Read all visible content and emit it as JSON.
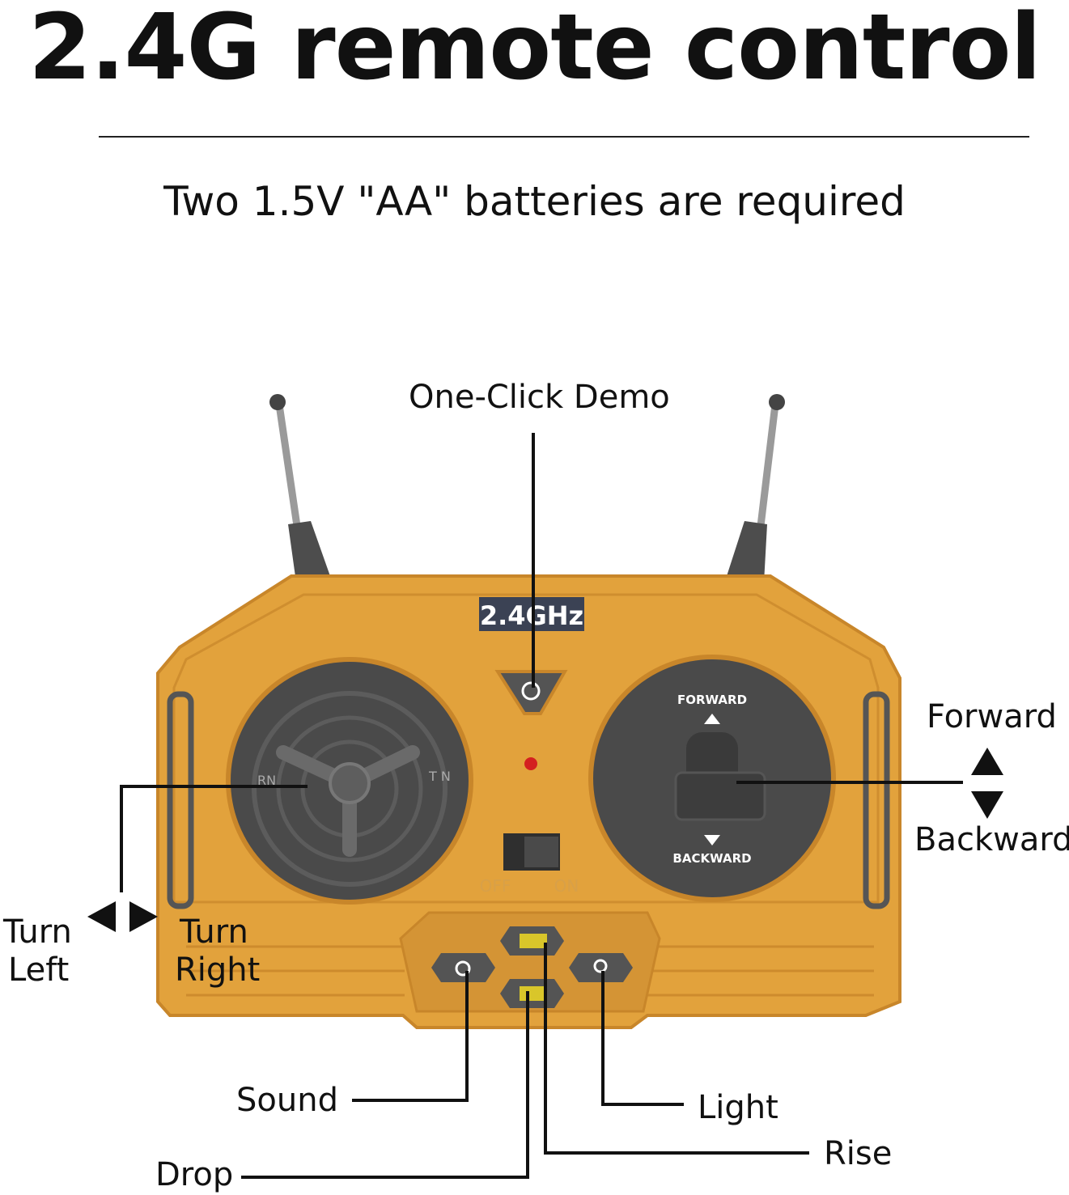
{
  "header": {
    "title": "2.4G remote control",
    "subtitle": "Two 1.5V \"AA\" batteries are required"
  },
  "remote": {
    "badge": "2.4GHz",
    "stick_left_labels": {
      "turn_left": "RN\nEFT",
      "turn_right": "T N\nR HT"
    },
    "stick_right_labels": {
      "forward": "FORWARD",
      "backward": "BACKWARD"
    },
    "switch": {
      "off": "OFF",
      "on": "ON"
    },
    "colors": {
      "body": "#e2a23c",
      "body_dark": "#c8862a",
      "panel": "#4a4a4a",
      "button": "#545454",
      "icon_yellow": "#d9c62a",
      "led": "#d42020"
    }
  },
  "callouts": {
    "demo": "One-Click Demo",
    "forward": "Forward",
    "backward": "Backward",
    "turn_left_a": "Turn",
    "turn_left_b": "Left",
    "turn_right_a": "Turn",
    "turn_right_b": "Right",
    "sound": "Sound",
    "light": "Light",
    "rise": "Rise",
    "drop": "Drop"
  }
}
